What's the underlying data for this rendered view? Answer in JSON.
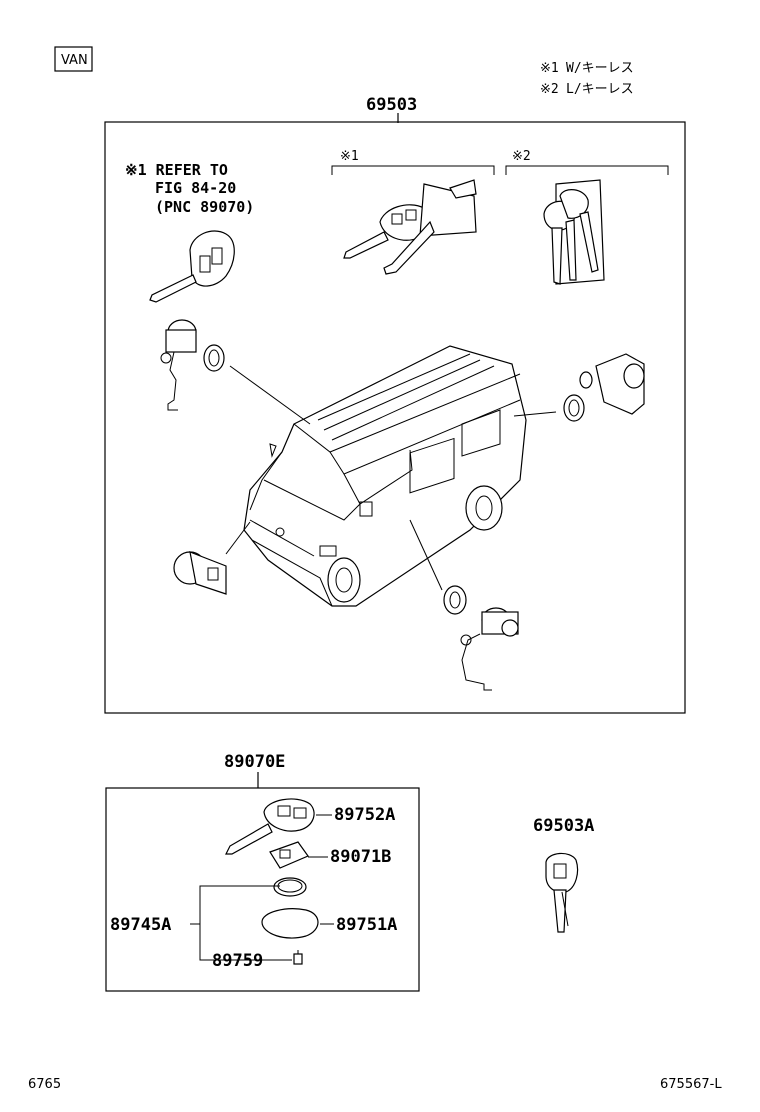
{
  "variant_tag": "VAN",
  "legend": [
    {
      "mark": "※1",
      "text": "W/キーレス"
    },
    {
      "mark": "※2",
      "text": "L/キーレス"
    }
  ],
  "upper_group": {
    "part_number": "69503",
    "refer_note": [
      "※1 REFER TO",
      "FIG 84-20",
      "(PNC 89070)"
    ],
    "bracket_1": "※1",
    "bracket_2": "※2"
  },
  "lower_group": {
    "part_number": "89070E",
    "parts": [
      "89752A",
      "89071B",
      "89745A",
      "89751A",
      "89759"
    ]
  },
  "loose_part": "69503A",
  "footer": {
    "left": "6765",
    "right": "675567-L"
  }
}
